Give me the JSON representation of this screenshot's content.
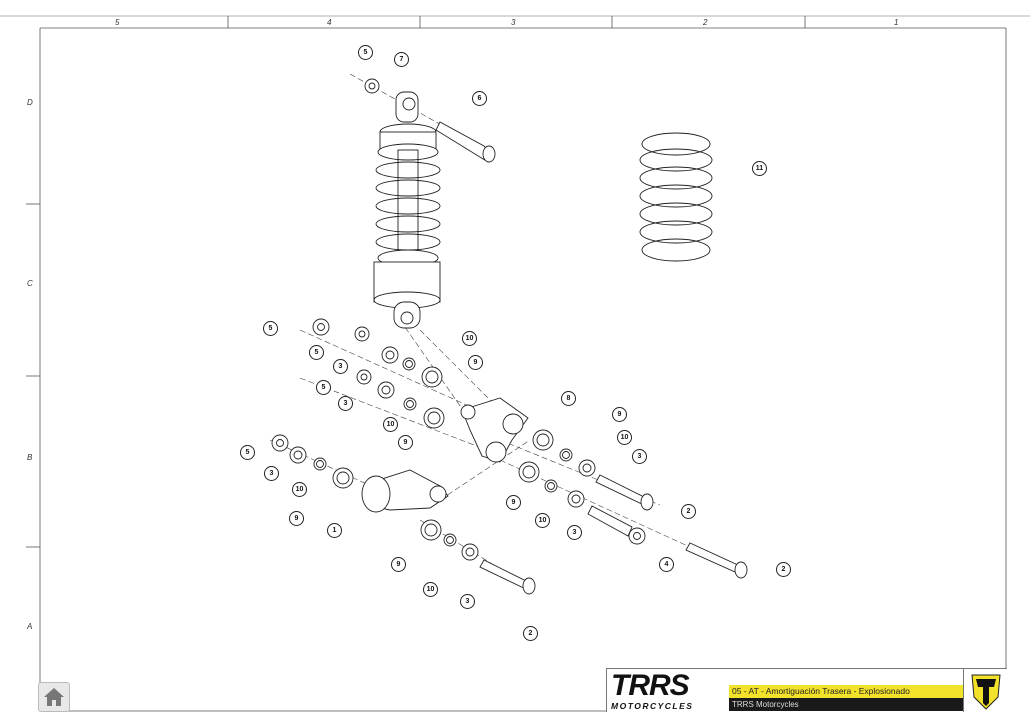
{
  "ruler": {
    "columns": [
      "5",
      "4",
      "3",
      "2",
      "1"
    ],
    "rows": [
      "D",
      "C",
      "B",
      "A"
    ]
  },
  "callouts": [
    "5",
    "7",
    "6",
    "11",
    "5",
    "5",
    "10",
    "3",
    "9",
    "5",
    "3",
    "8",
    "10",
    "9",
    "9",
    "10",
    "5",
    "3",
    "3",
    "10",
    "9",
    "2",
    "9",
    "10",
    "1",
    "3",
    "9",
    "4",
    "2",
    "10",
    "3",
    "2"
  ],
  "title_block": {
    "logo_text": "TRRS",
    "logo_subtext": "MOTORCYCLES",
    "title": "05 - AT - Amortiguación Trasera - Explosionado",
    "company": "TRRS Motorcycles"
  },
  "colors": {
    "accent": "#f2e32a",
    "dark": "#1a1a1a"
  },
  "home_icon": "home-icon"
}
